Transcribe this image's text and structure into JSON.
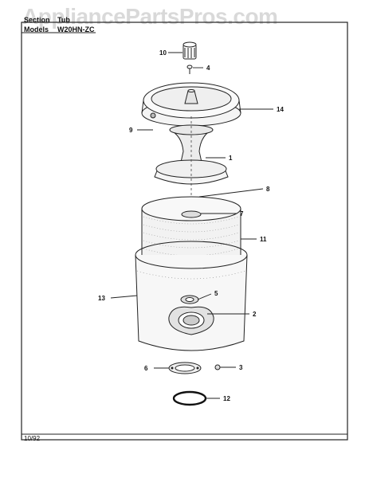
{
  "watermark": "AppliancePartsPros.com",
  "header": {
    "section_label": "Section",
    "section_value": "Tub",
    "models_label": "Models",
    "models_value": "W20HN-ZC"
  },
  "footer": {
    "date": "10/92"
  },
  "callouts": [
    "10",
    "4",
    "14",
    "9",
    "1",
    "8",
    "7",
    "11",
    "5",
    "13",
    "2",
    "6",
    "3",
    "12"
  ]
}
